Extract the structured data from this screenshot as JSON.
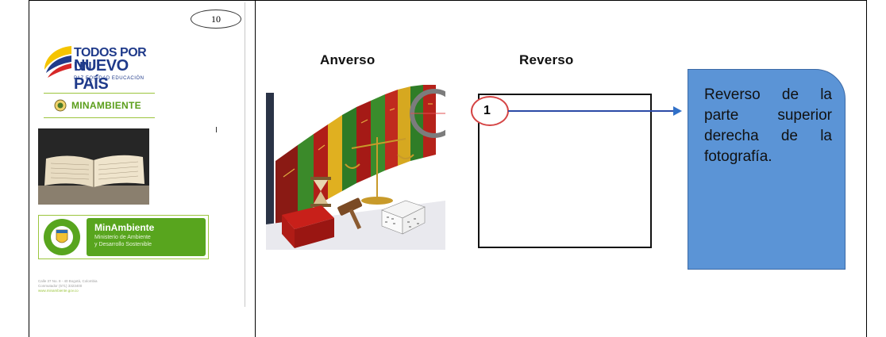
{
  "thumbnail_page": {
    "page_number": "10",
    "logo": {
      "line1": "TODOS POR UN",
      "line2": "NUEVO PAÍS",
      "line3": "PAZ  EQUIDAD  EDUCACIÓN"
    },
    "ministry_small": "MINAMBIENTE",
    "ministry_logo": {
      "title": "MinAmbiente",
      "subtitle_line1": "Ministerio de Ambiente",
      "subtitle_line2": "y Desarrollo Sostenible"
    },
    "address_lines": [
      "Calle 37 No. 8 - 40 Bogotá, Colombia",
      "Conmutador (571) 3323400",
      "www.minambiente.gov.co"
    ]
  },
  "figure": {
    "heading_front": "Anverso",
    "heading_back": "Reverso",
    "marker_number": "1",
    "callout_text": "Reverso de la parte superior derecha de la fotografía."
  },
  "colors": {
    "callout_fill": "#5b94d6",
    "arrow": "#2b4aa6",
    "marker_ring": "#d54545",
    "ministry_green": "#58a51e"
  }
}
